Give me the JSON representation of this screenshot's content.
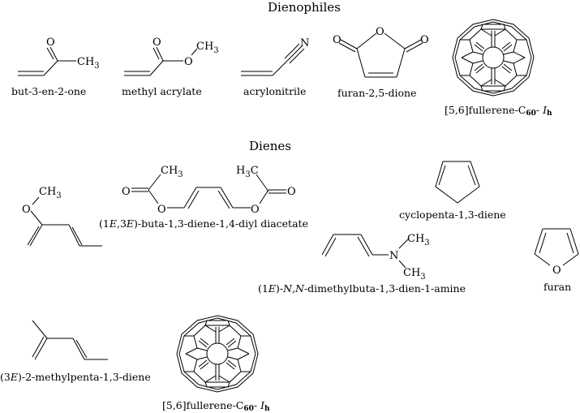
{
  "sections": {
    "dienophiles_title": "Dienophiles",
    "dienes_title": "Dienes"
  },
  "dienophiles": [
    {
      "name": "but-3-en-2-one",
      "atoms": {
        "o": "O",
        "ch3": "CH",
        "ch3_sub": "3"
      }
    },
    {
      "name": "methyl acrylate",
      "atoms": {
        "o1": "O",
        "o2": "O",
        "ch3": "CH",
        "ch3_sub": "3"
      }
    },
    {
      "name": "acrylonitrile",
      "atoms": {
        "n": "N"
      }
    },
    {
      "name": "furan-2,5-dione",
      "atoms": {
        "o1": "O",
        "o2": "O",
        "o3": "O"
      }
    },
    {
      "name_prefix": "[5,6]fullerene-C",
      "name_sub": "60",
      "name_suffix": "-",
      "name_italic": "I",
      "name_italic_sub": "h"
    }
  ],
  "dienes": [
    {
      "name": "",
      "atoms": {
        "o": "O",
        "ch3": "CH",
        "ch3_sub": "3"
      }
    },
    {
      "name_pre": "(1",
      "name_e1": "E",
      "name_mid": ",3",
      "name_e2": "E",
      "name_post": ")-buta-1,3-diene-1,4-diyl diacetate",
      "atoms": {
        "o1": "O",
        "o2": "O",
        "o3": "O",
        "o4": "O",
        "ch3": "CH",
        "ch3_sub": "3",
        "h3c_h": "H",
        "h3c_sub": "3",
        "h3c_c": "C"
      }
    },
    {
      "name": "cyclopenta-1,3-diene"
    },
    {
      "name_pre": "(1",
      "name_e": "E",
      "name_mid": ")-",
      "name_n1": "N",
      "name_comma": ",",
      "name_n2": "N",
      "name_post": "-dimethylbuta-1,3-dien-1-amine",
      "atoms": {
        "n": "N",
        "ch3a": "CH",
        "ch3a_sub": "3",
        "ch3b": "CH",
        "ch3b_sub": "3"
      }
    },
    {
      "name": "furan",
      "atoms": {
        "o": "O"
      }
    },
    {
      "name_pre": "(3",
      "name_e": "E",
      "name_post": ")-2-methylpenta-1,3-diene"
    },
    {
      "name_prefix": "[5,6]fullerene-C",
      "name_sub": "60",
      "name_suffix": "-",
      "name_italic": "I",
      "name_italic_sub": "h"
    }
  ]
}
